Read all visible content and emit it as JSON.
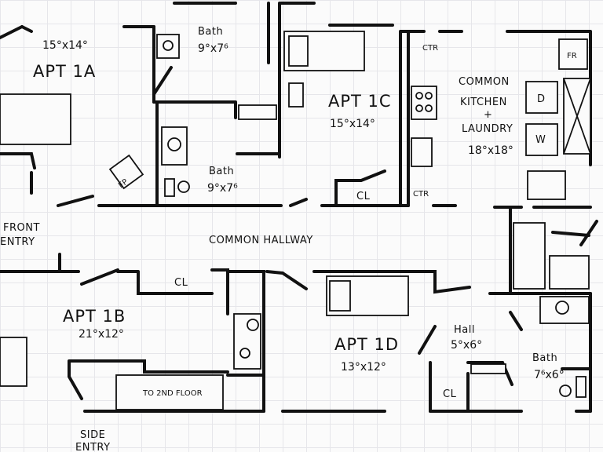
{
  "labels": {
    "apt_1a": "APT 1A",
    "apt_1a_dim": "15°x14°",
    "bath_top": "Bath",
    "bath_top_dim": "9°x7⁶",
    "apt_1c": "APT 1C",
    "apt_1c_dim": "15°x14°",
    "ctr_top": "CTR",
    "common_kitchen": [
      "COMMON",
      "KITCHEN",
      "+",
      "LAUNDRY"
    ],
    "kitchen_dim": "18°x18°",
    "fr": "FR",
    "d": "D",
    "w": "W",
    "fp": "FP",
    "bath_mid": "Bath",
    "bath_mid_dim": "9°x7⁶",
    "cl_1c": "CL",
    "ctr_bottom": "CTR",
    "front_entry": [
      "FRONT",
      "ENTRY"
    ],
    "common_hallway": "COMMON HALLWAY",
    "cl_1b": "CL",
    "apt_1b": "APT 1B",
    "apt_1b_dim": "21°x12°",
    "to_2nd_floor": "TO 2ND FLOOR",
    "side_entry": [
      "SIDE",
      "ENTRY"
    ],
    "apt_1d": "APT 1D",
    "apt_1d_dim": "13°x12°",
    "hall": "Hall",
    "hall_dim": "5°x6°",
    "cl_1d": "CL",
    "bath_right": "Bath",
    "bath_right_dim": "7⁶x6°"
  }
}
